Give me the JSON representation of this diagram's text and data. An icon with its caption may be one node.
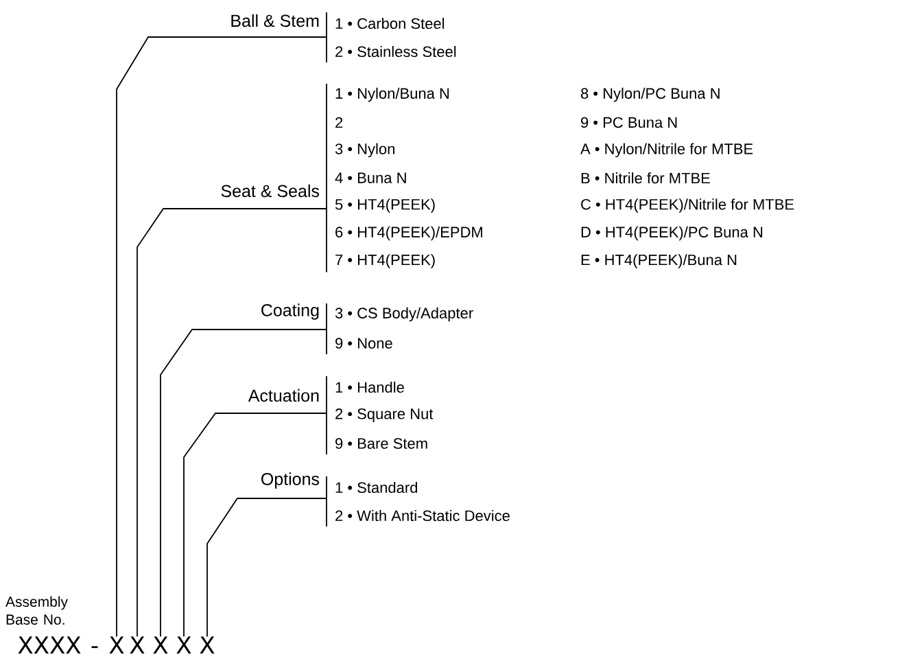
{
  "diagram": {
    "nodes": [
      {
        "text": [
          "Ball & Stem"
        ],
        "beside": [
          "1 • Carbon Steel",
          "2 • Stainless Steel"
        ]
      },
      {
        "text": [
          "Seat & Seals"
        ],
        "beside": [
          "1 • Nylon/Buna N",
          "2",
          "3 • Nylon",
          "4 • Buna N",
          "5 • HT4(PEEK)",
          "6 • HT4(PEEK)/EPDM",
          "7 • HT4(PEEK)",
          "8 • Nylon/PC Buna N",
          "9 • PC Buna N",
          "A • Nylon/Nitrile for MTBE",
          "B • Nitrile for MTBE",
          "C • HT4(PEEK)/Nitrile for MTBE",
          "D • HT4(PEEK)/PC Buna N",
          "E • HT4(PEEK)/Buna N"
        ]
      },
      {
        "text": [
          "Coating"
        ],
        "beside": [
          "3 • CS Body/Adapter",
          "9 • None"
        ]
      },
      {
        "text": [
          "Actuation"
        ],
        "beside": [
          "1 • Handle",
          "2 • Square Nut",
          "9 • Bare Stem"
        ]
      },
      {
        "text": [
          "Options"
        ],
        "beside": [
          "1 • Standard",
          "2 • With Anti-Static Device"
        ]
      },
      {
        "text": [
          "XXXX"
        ],
        "beside": [
          "Assembly Base No."
        ]
      },
      {
        "text": [
          "X"
        ]
      },
      {
        "text": [
          "X"
        ]
      },
      {
        "text": [
          "X"
        ]
      },
      {
        "text": [
          "X"
        ]
      },
      {
        "text": [
          "X"
        ]
      }
    ],
    "edges": [
      {
        "from": 6,
        "to": 0,
        "arrow": "none"
      },
      {
        "from": 7,
        "to": 1,
        "arrow": "none"
      },
      {
        "from": 8,
        "to": 2,
        "arrow": "none"
      },
      {
        "from": 9,
        "to": 3,
        "arrow": "none"
      },
      {
        "from": 10,
        "to": 4,
        "arrow": "none"
      }
    ],
    "labels": [
      "-"
    ]
  }
}
